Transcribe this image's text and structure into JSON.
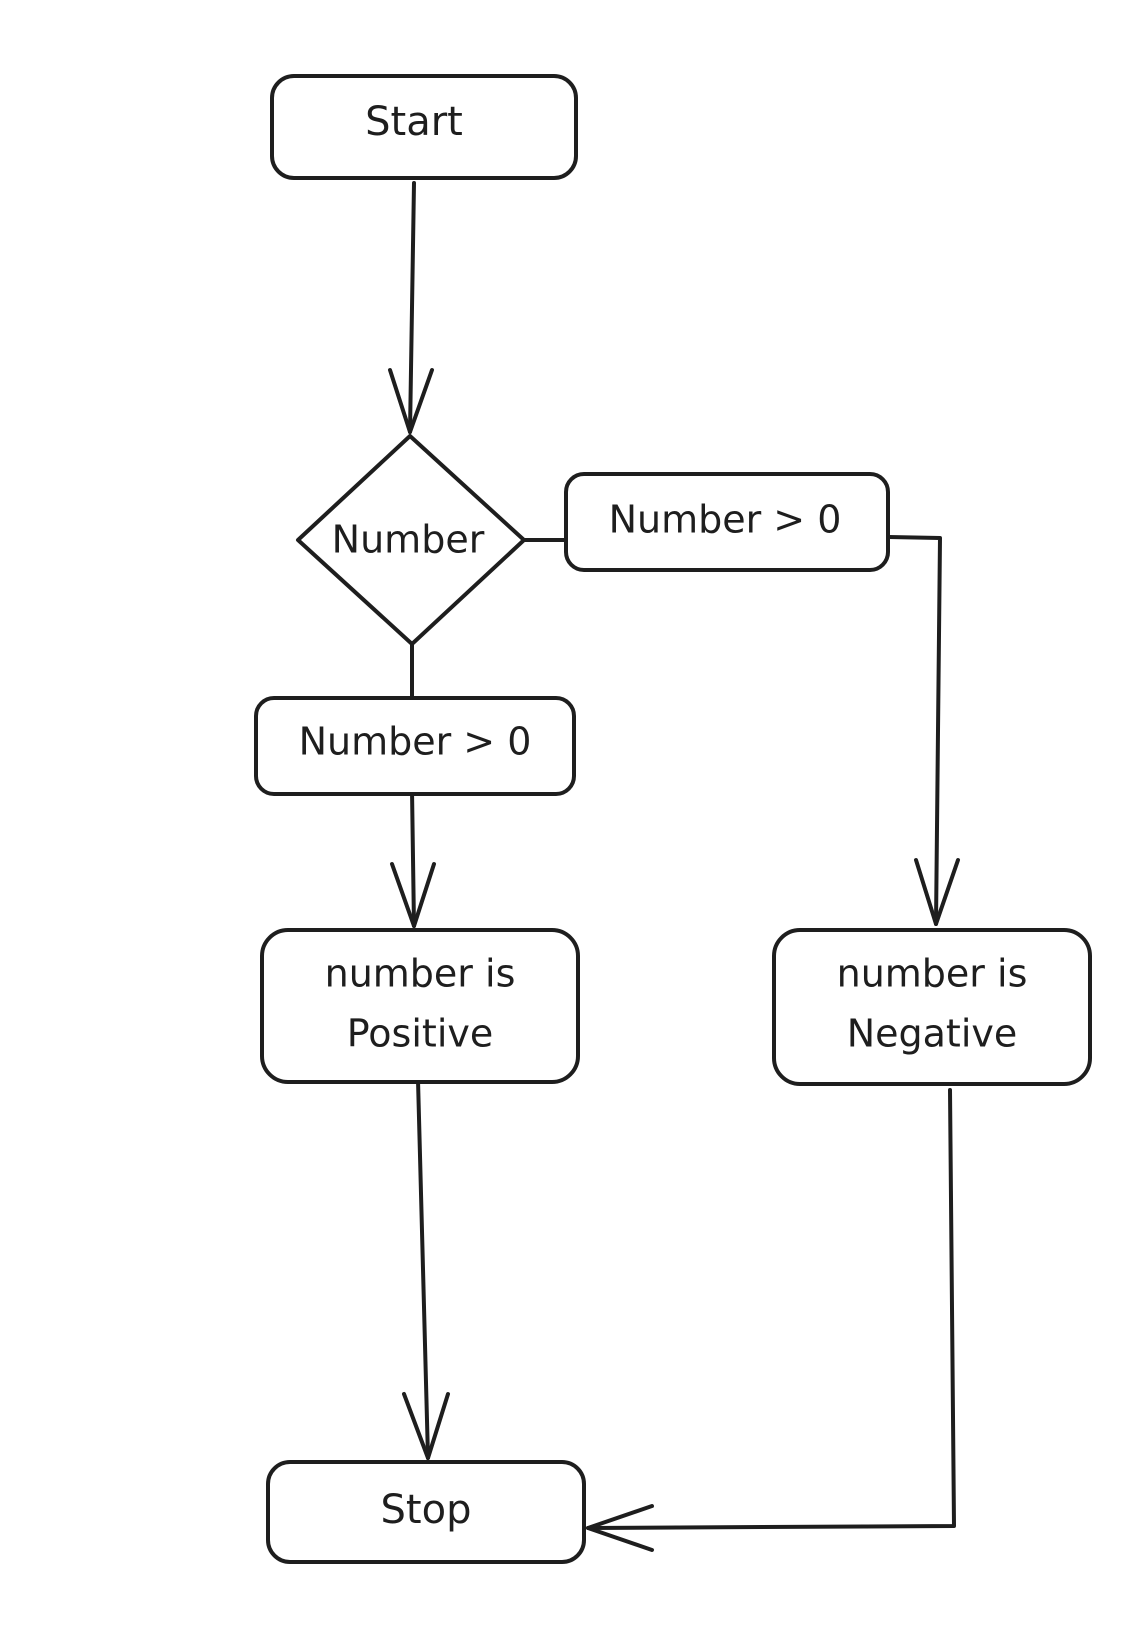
{
  "nodes": {
    "start": {
      "label": "Start"
    },
    "decision": {
      "label": "Number"
    },
    "cond_right": {
      "label": "Number > 0"
    },
    "cond_down": {
      "label": "Number > 0"
    },
    "positive": {
      "line1": "number is",
      "line2": "Positive"
    },
    "negative": {
      "line1": "number is",
      "line2": "Negative"
    },
    "stop": {
      "label": "Stop"
    }
  },
  "colors": {
    "stroke": "#1e1e1e",
    "background": "#ffffff"
  }
}
